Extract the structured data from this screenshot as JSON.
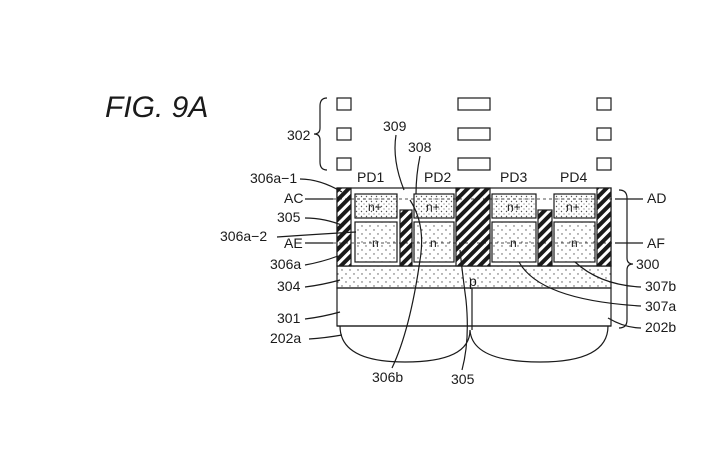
{
  "figure": {
    "title": "FIG. 9A"
  },
  "labels": {
    "l302": "302",
    "l309": "309",
    "l308": "308",
    "pd1": "PD1",
    "pd2": "PD2",
    "pd3": "PD3",
    "pd4": "PD4",
    "l306a1": "306a−1",
    "ac": "AC",
    "l305_left": "305",
    "l306a2": "306a−2",
    "ae": "AE",
    "l306a": "306a",
    "l304": "304",
    "l301": "301",
    "l202a": "202a",
    "l306b": "306b",
    "l305_bottom": "305",
    "ad": "AD",
    "af": "AF",
    "l300": "300",
    "l307b": "307b",
    "l307a": "307a",
    "l202b": "202b",
    "p": "p",
    "nplus": "n+",
    "n": "n"
  }
}
